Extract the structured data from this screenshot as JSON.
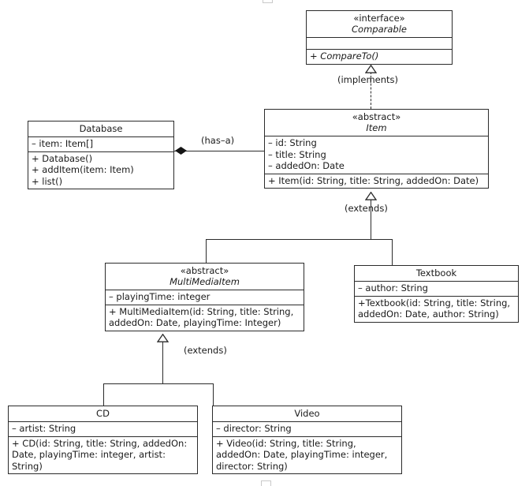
{
  "diagram": {
    "type": "uml-class-diagram",
    "background": "#ffffff",
    "line_color": "#2b2b2b",
    "classes": [
      {
        "key": "comparable",
        "stereotype": "«interface»",
        "name": "Comparable",
        "attributes": [],
        "operations": [
          "+ CompareTo()"
        ]
      },
      {
        "key": "database",
        "stereotype": "",
        "name": "Database",
        "attributes": [
          "– item: Item[]"
        ],
        "operations": [
          "+ Database()",
          "+ addItem(item: Item)",
          "+ list()"
        ]
      },
      {
        "key": "item",
        "stereotype": "«abstract»",
        "name": "Item",
        "attributes": [
          "– id: String",
          "– title: String",
          "– addedOn: Date"
        ],
        "operations": [
          "+ Item(id: String, title: String, addedOn: Date)"
        ]
      },
      {
        "key": "multimediaitem",
        "stereotype": "«abstract»",
        "name": "MultiMediaItem",
        "attributes": [
          "– playingTime: integer"
        ],
        "operations": [
          "+ MultiMediaItem(id: String, title: String, addedOn: Date, playingTime: Integer)"
        ]
      },
      {
        "key": "textbook",
        "stereotype": "",
        "name": "Textbook",
        "attributes": [
          "– author: String"
        ],
        "operations": [
          "+Textbook(id: String, title: String, addedOn: Date, author: String)"
        ]
      },
      {
        "key": "cd",
        "stereotype": "",
        "name": "CD",
        "attributes": [
          "– artist: String"
        ],
        "operations": [
          "+ CD(id: String, title: String, addedOn: Date, playingTime: integer, artist: String)"
        ]
      },
      {
        "key": "video",
        "stereotype": "",
        "name": "Video",
        "attributes": [
          "– director: String"
        ],
        "operations": [
          "+ Video(id: String, title: String, addedOn: Date, playingTime: integer, director: String)"
        ]
      }
    ],
    "relationships": [
      {
        "key": "implements",
        "label": "(implements)",
        "from": "Item",
        "to": "Comparable",
        "kind": "realization",
        "style": "dashed",
        "arrow": "hollow-triangle"
      },
      {
        "key": "has_a",
        "label": "(has–a)",
        "from": "Database",
        "to": "Item",
        "kind": "composition",
        "style": "solid",
        "arrow": "filled-diamond"
      },
      {
        "key": "extends_item",
        "label": "(extends)",
        "from": "MultiMediaItem, Textbook",
        "to": "Item",
        "kind": "generalization",
        "style": "solid",
        "arrow": "hollow-triangle"
      },
      {
        "key": "extends_mmi",
        "label": "(extends)",
        "from": "CD, Video",
        "to": "MultiMediaItem",
        "kind": "generalization",
        "style": "solid",
        "arrow": "hollow-triangle"
      }
    ]
  }
}
